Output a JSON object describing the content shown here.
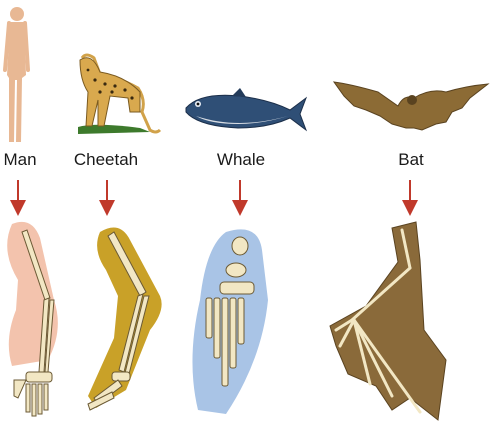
{
  "animals": [
    {
      "id": "man",
      "label": "Man",
      "limb_color": "#f3c3ad"
    },
    {
      "id": "cheetah",
      "label": "Cheetah",
      "limb_color": "#c9a128"
    },
    {
      "id": "whale",
      "label": "Whale",
      "limb_color": "#a9c4e6"
    },
    {
      "id": "bat",
      "label": "Bat",
      "limb_color": "#8a6a3a"
    }
  ],
  "colors": {
    "arrow": "#c0392b",
    "bone": "#f2e7c4",
    "bone_outline": "#6b5a35"
  }
}
